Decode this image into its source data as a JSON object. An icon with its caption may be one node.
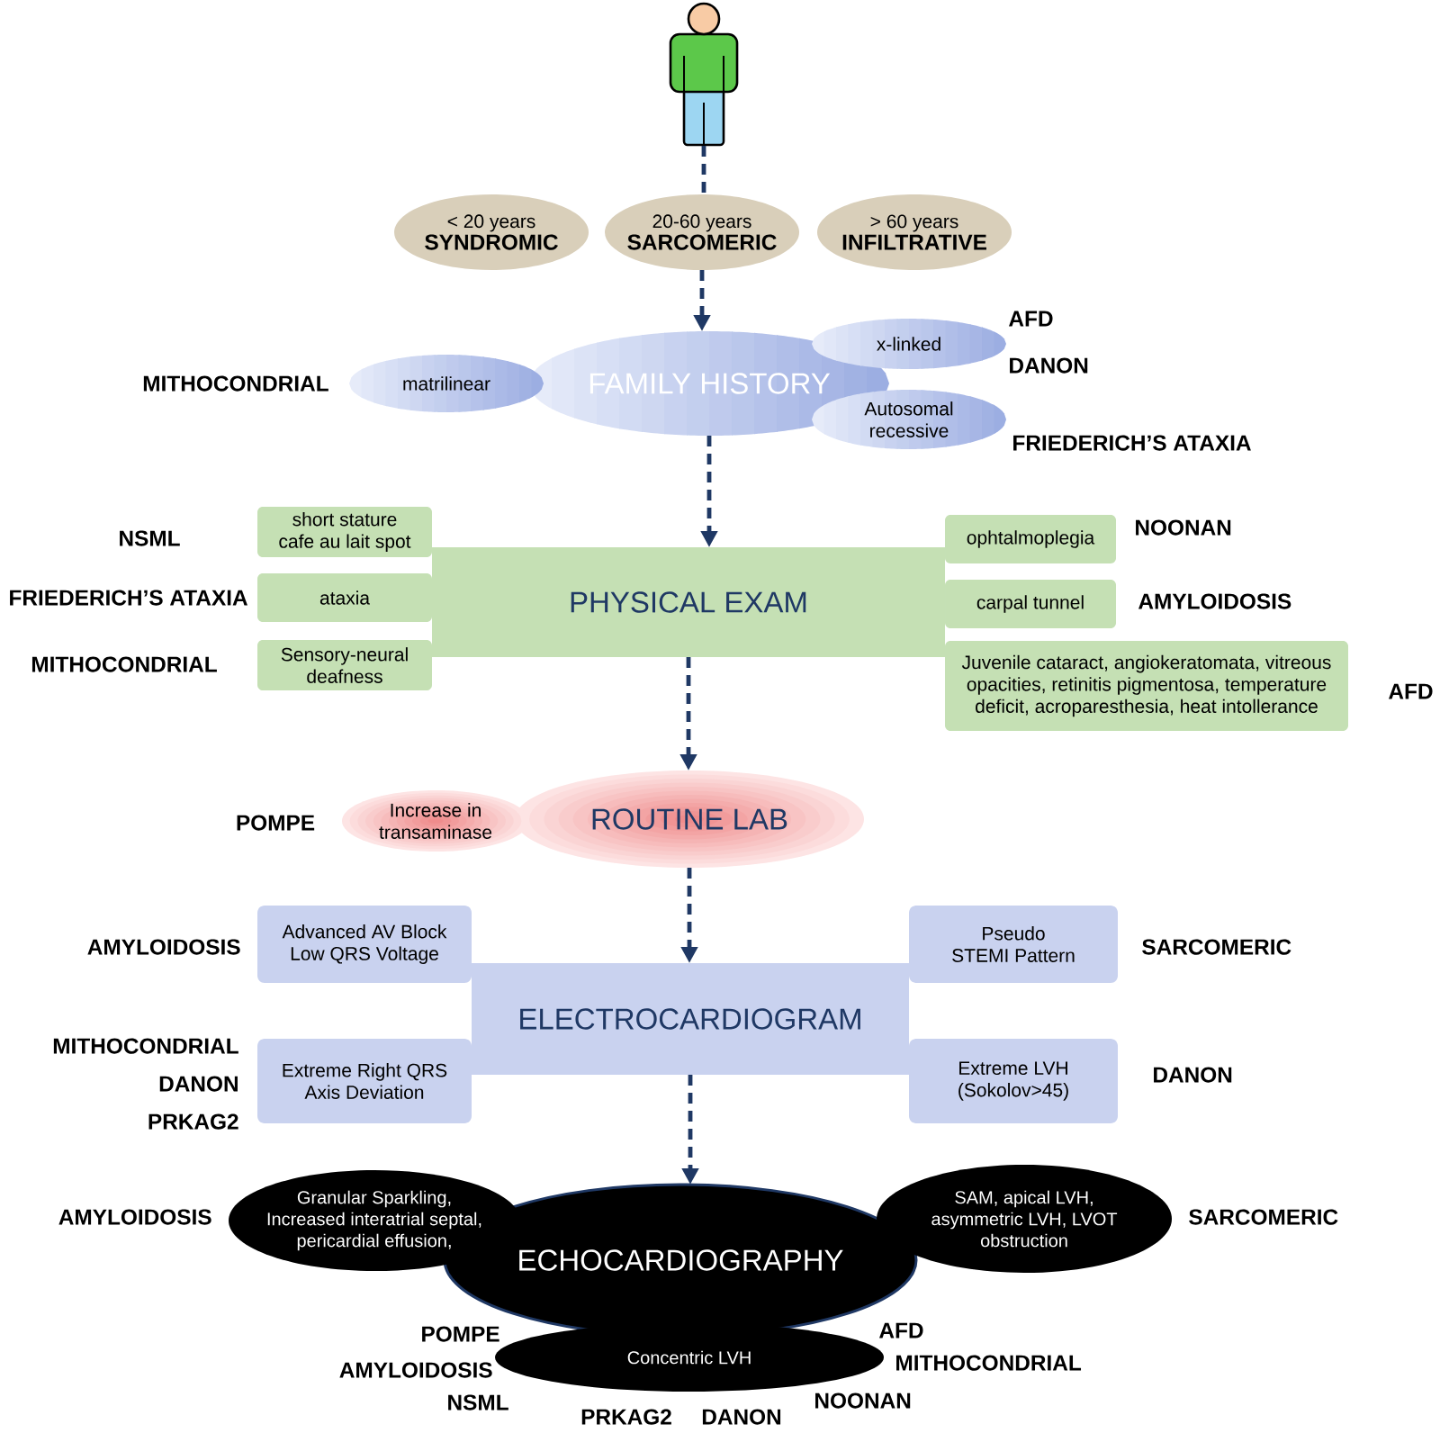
{
  "diagram": {
    "nodes": [
      {
        "text": [],
        "shape": "person"
      },
      {
        "text": [
          "< 20 years",
          "SYNDROMIC"
        ]
      },
      {
        "text": [
          "20-60 years",
          "SARCOMERIC"
        ]
      },
      {
        "text": [
          "> 60 years",
          "INFILTRATIVE"
        ]
      },
      {
        "text": [
          "FAMILY HISTORY"
        ]
      },
      {
        "text": [
          "matrilinear"
        ],
        "beside": [
          "MITHOCONDRIAL"
        ]
      },
      {
        "text": [
          "x-linked"
        ],
        "beside": [
          "AFD",
          "DANON"
        ]
      },
      {
        "text": [
          "Autosomal recessive"
        ],
        "beside": [
          "FRIEDERICH’S ATAXIA"
        ]
      },
      {
        "text": [
          "PHYSICAL EXAM"
        ]
      },
      {
        "text": [
          "short stature cafe au lait spot"
        ],
        "beside": [
          "NSML"
        ]
      },
      {
        "text": [
          "ataxia"
        ],
        "beside": [
          "FRIEDERICH’S ATAXIA"
        ]
      },
      {
        "text": [
          "Sensory-neural deafness"
        ],
        "beside": [
          "MITHOCONDRIAL"
        ]
      },
      {
        "text": [
          "ophtalmoplegia"
        ],
        "beside": [
          "NOONAN"
        ]
      },
      {
        "text": [
          "carpal tunnel"
        ],
        "beside": [
          "AMYLOIDOSIS"
        ]
      },
      {
        "text": [
          "Juvenile cataract, angiokeratomata, vitreous opacities, retinitis pigmentosa, temperature deficit, acroparesthesia, heat intollerance"
        ],
        "beside": [
          "AFD"
        ]
      },
      {
        "text": [
          "ROUTINE LAB"
        ]
      },
      {
        "text": [
          "Increase in transaminase"
        ],
        "beside": [
          "POMPE"
        ]
      },
      {
        "text": [
          "ELECTROCARDIOGRAM"
        ]
      },
      {
        "text": [
          "Advanced AV Block Low QRS Voltage"
        ],
        "beside": [
          "AMYLOIDOSIS"
        ]
      },
      {
        "text": [
          "Pseudo STEMI Pattern"
        ],
        "beside": [
          "SARCOMERIC"
        ]
      },
      {
        "text": [
          "Extreme Right QRS Axis Deviation"
        ],
        "beside": [
          "MITHOCONDRIAL",
          "DANON",
          "PRKAG2"
        ]
      },
      {
        "text": [
          "Extreme LVH (Sokolov>45)"
        ],
        "beside": [
          "DANON"
        ]
      },
      {
        "text": [
          "ECHOCARDIOGRAPHY"
        ]
      },
      {
        "text": [
          "Granular Sparkling, Increased interatrial septal, pericardial effusion,"
        ],
        "beside": [
          "AMYLOIDOSIS"
        ]
      },
      {
        "text": [
          "SAM, apical LVH, asymmetric LVH, LVOT obstruction"
        ],
        "beside": [
          "SARCOMERIC"
        ]
      },
      {
        "text": [
          "Concentric LVH"
        ],
        "beside": [
          "POMPE",
          "AFD",
          "AMYLOIDOSIS",
          "MITHOCONDRIAL",
          "NSML",
          "NOONAN",
          "PRKAG2",
          "DANON"
        ]
      }
    ],
    "edges": [
      {
        "from": 0,
        "to": 2,
        "arrow": "none",
        "style": "dashed"
      },
      {
        "from": 2,
        "to": 4,
        "arrow": "to",
        "style": "dashed"
      },
      {
        "from": 4,
        "to": 8,
        "arrow": "to",
        "style": "dashed"
      },
      {
        "from": 8,
        "to": 15,
        "arrow": "to",
        "style": "dashed"
      },
      {
        "from": 15,
        "to": 17,
        "arrow": "to",
        "style": "dashed"
      },
      {
        "from": 17,
        "to": 22,
        "arrow": "to",
        "style": "dashed"
      }
    ]
  }
}
